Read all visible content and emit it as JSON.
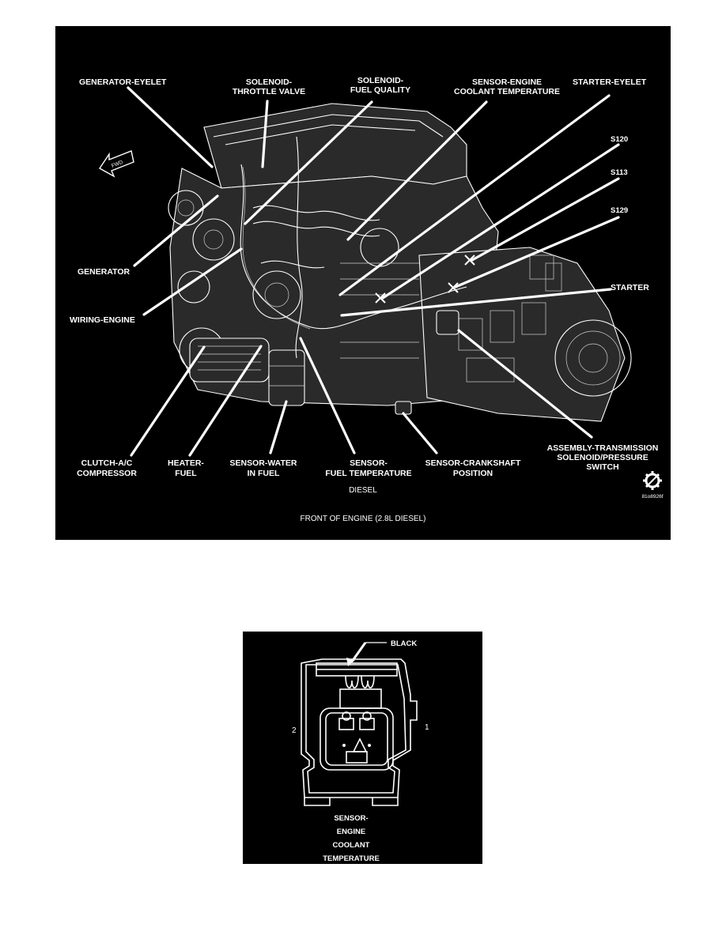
{
  "engine_figure": {
    "labels": {
      "generator_eyelet": "GENERATOR-EYELET",
      "solenoid_throttle_l1": "SOLENOID-",
      "solenoid_throttle_l2": "THROTTLE VALVE",
      "solenoid_fuel_l1": "SOLENOID-",
      "solenoid_fuel_l2": "FUEL QUALITY",
      "sensor_ect_l1": "SENSOR-ENGINE",
      "sensor_ect_l2": "COOLANT TEMPERATURE",
      "starter_eyelet": "STARTER-EYELET",
      "s120": "S120",
      "s113": "S113",
      "s129": "S129",
      "generator": "GENERATOR",
      "wiring_engine": "WIRING-ENGINE",
      "starter": "STARTER",
      "clutch_l1": "CLUTCH-A/C",
      "clutch_l2": "COMPRESSOR",
      "heater_l1": "HEATER-",
      "heater_l2": "FUEL",
      "water_l1": "SENSOR-WATER",
      "water_l2": "IN FUEL",
      "fueltemp_l1": "SENSOR-",
      "fueltemp_l2": "FUEL TEMPERATURE",
      "crank_l1": "SENSOR-CRANKSHAFT",
      "crank_l2": "POSITION",
      "trans_l1": "ASSEMBLY-TRANSMISSION",
      "trans_l2": "SOLENOID/PRESSURE",
      "trans_l3": "SWITCH",
      "fwd": "FWD"
    },
    "sub_caption": "DIESEL",
    "caption": "FRONT OF ENGINE (2.8L DIESEL)",
    "figure_id": "81o8926f"
  },
  "connector_figure": {
    "color_label": "BLACK",
    "pin_2": "2",
    "pin_1": "1",
    "title_lines": [
      "SENSOR-",
      "ENGINE",
      "COOLANT",
      "TEMPERATURE"
    ]
  }
}
